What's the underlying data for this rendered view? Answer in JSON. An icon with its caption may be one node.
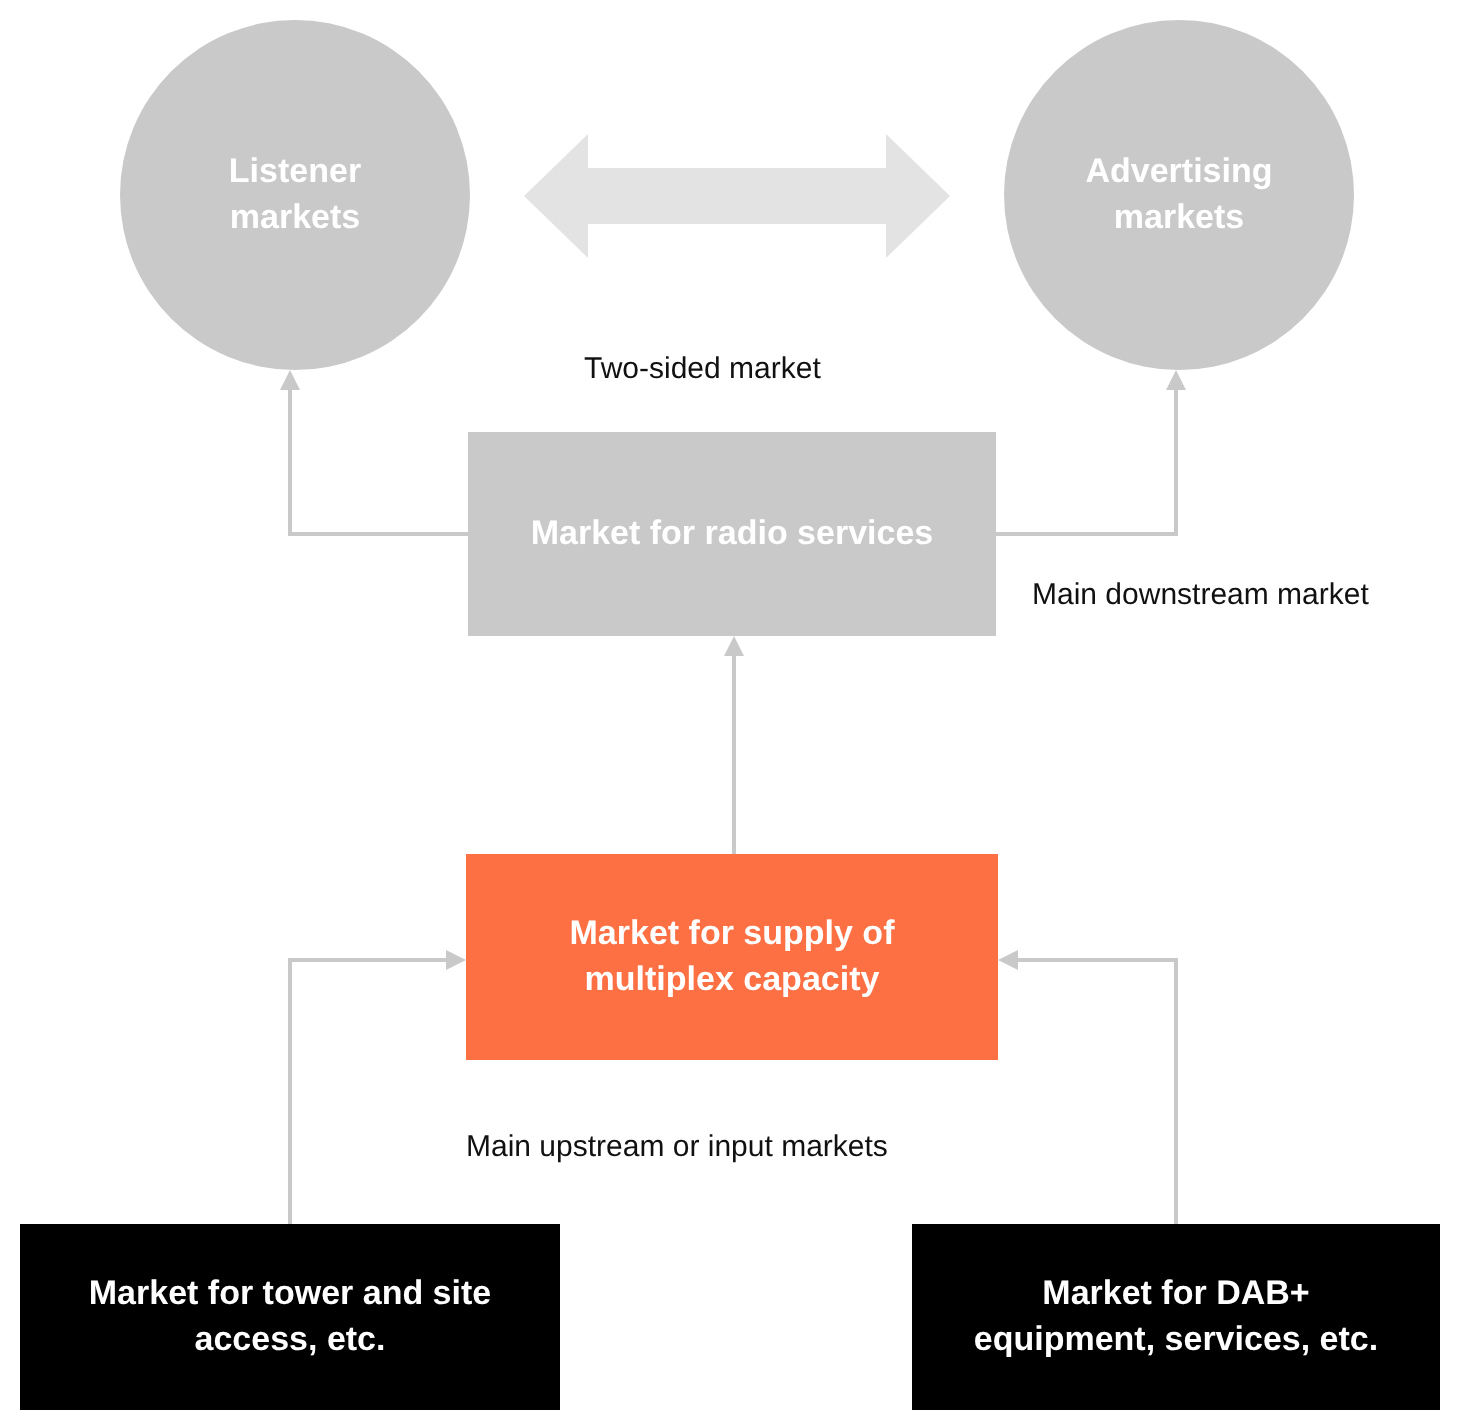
{
  "diagram": {
    "nodes": [
      {
        "text": [
          "Listener markets"
        ]
      },
      {
        "text": [
          "Advertising markets"
        ]
      },
      {
        "text": [
          "Market for radio services"
        ]
      },
      {
        "text": [
          "Market for supply of multiplex capacity"
        ]
      },
      {
        "text": [
          "Market for tower and site access, etc."
        ]
      },
      {
        "text": [
          "Market for DAB+ equipment, services, etc."
        ]
      }
    ],
    "edges": [
      {
        "from": 0,
        "to": 1,
        "arrow": "both",
        "style": "thick",
        "color": "#e3e3e3"
      },
      {
        "from": 2,
        "to": 0,
        "arrow": "to"
      },
      {
        "from": 2,
        "to": 1,
        "arrow": "to"
      },
      {
        "from": 3,
        "to": 2,
        "arrow": "to"
      },
      {
        "from": 4,
        "to": 3,
        "arrow": "to"
      },
      {
        "from": 5,
        "to": 3,
        "arrow": "to"
      }
    ],
    "labels": [
      "Two-sided market",
      "Main downstream market",
      "Main upstream or input markets"
    ]
  }
}
